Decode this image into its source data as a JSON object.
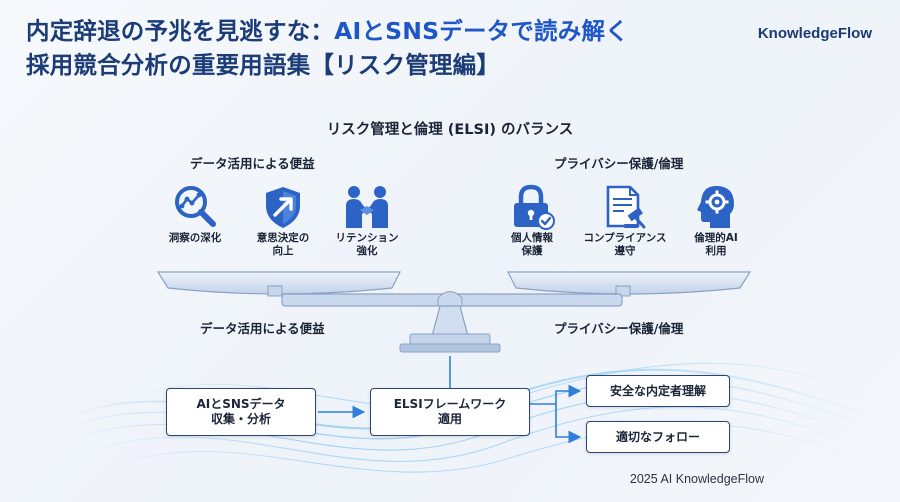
{
  "header": {
    "title_line1_part1": "内定辞退の予兆を見逃すな：",
    "title_line1_part2": "AIとSNSデータで読み解く",
    "title_line2": "採用競合分析の重要用語集【リスク管理編】",
    "brand": "KnowledgeFlow"
  },
  "diagram": {
    "heading": "リスク管理と倫理 (ELSI) のバランス",
    "left_section": {
      "label_top": "データ活用による便益",
      "label_bottom": "データ活用による便益",
      "items": [
        {
          "label": "洞察の深化",
          "icon": "magnifier-chart-icon"
        },
        {
          "label": "意思決定の\n向上",
          "icon": "shield-arrow-icon"
        },
        {
          "label": "リテンション\n強化",
          "icon": "handshake-icon"
        }
      ]
    },
    "right_section": {
      "label_top": "プライバシー保護/倫理",
      "label_bottom": "プライバシー保護/倫理",
      "items": [
        {
          "label": "個人情報\n保護",
          "icon": "lock-check-icon"
        },
        {
          "label": "コンプライアンス\n遵守",
          "icon": "document-gavel-icon"
        },
        {
          "label": "倫理的AI\n利用",
          "icon": "head-gear-icon"
        }
      ]
    },
    "flow": {
      "source": "AIとSNSデータ\n収集・分析",
      "framework": "ELSIフレームワーク\n適用",
      "outcomes": [
        "安全な内定者理解",
        "適切なフォロー"
      ]
    },
    "colors": {
      "title": "#1c3c78",
      "accent": "#1e56c8",
      "icon": "#2c63c4",
      "scale": "#b7c9e2",
      "arrow": "#2f7fd8"
    }
  },
  "footer": {
    "copyright": "2025 AI KnowledgeFlow"
  }
}
